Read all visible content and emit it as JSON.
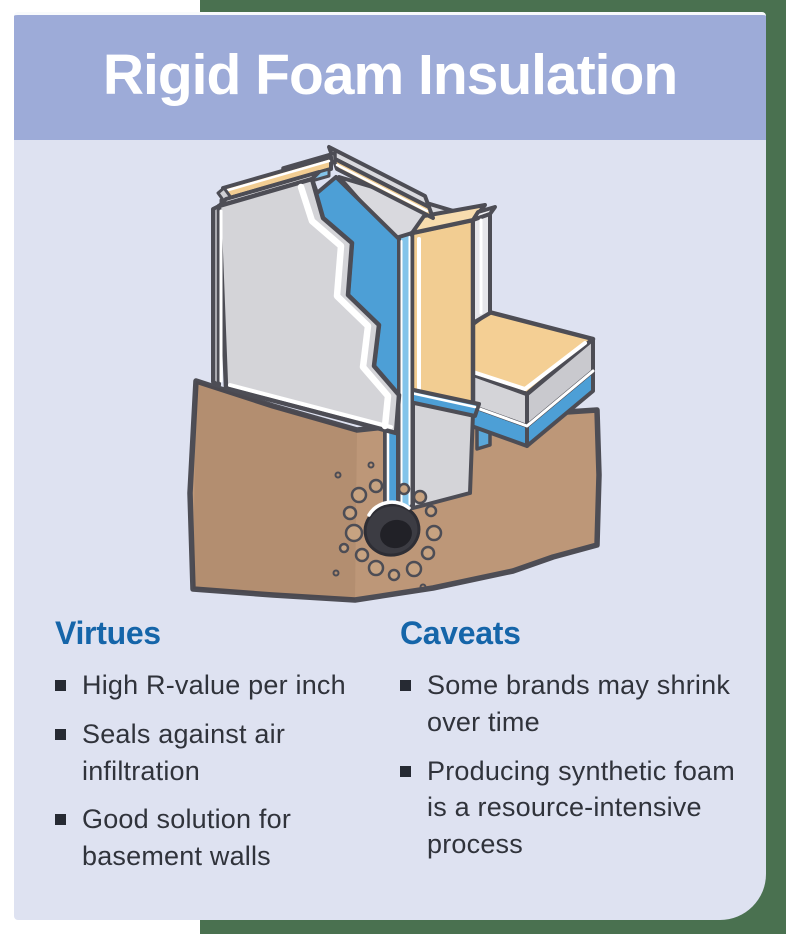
{
  "banner": {
    "title": "Rigid Foam Insulation"
  },
  "sections": {
    "virtues": {
      "heading": "Virtues",
      "items": [
        "High R-value per inch",
        "Seals against air infiltration",
        "Good solution for basement walls"
      ]
    },
    "caveats": {
      "heading": "Caveats",
      "items": [
        "Some brands may shrink over time",
        "Producing synthetic foam is a resource-intensive process"
      ]
    }
  },
  "diagram": {
    "description": "Isometric cutaway illustration of a basement foundation wall insulated with rigid foam",
    "parts": [
      "concrete foundation wall",
      "rigid foam insulation panel",
      "foam edge strip",
      "wood stud framing",
      "interior wall panel",
      "floor slab with sub-slab foam",
      "soil",
      "gravel",
      "drain pipe"
    ]
  },
  "colors": {
    "banner_bg": "#9dabd8",
    "card_bg": "#dee2f1",
    "heading_blue": "#1565a9",
    "body_text": "#30333b",
    "bullet_color": "#262a33",
    "outer_right_bg": "#4a7150",
    "foam_blue": "#4d9fd6",
    "foam_light_blue": "#83c4ea",
    "wood_tan": "#f2cd92",
    "concrete_gray": "#d4d4d8",
    "soil_brown": "#bd9778",
    "outline_dark": "#4d4d55"
  }
}
